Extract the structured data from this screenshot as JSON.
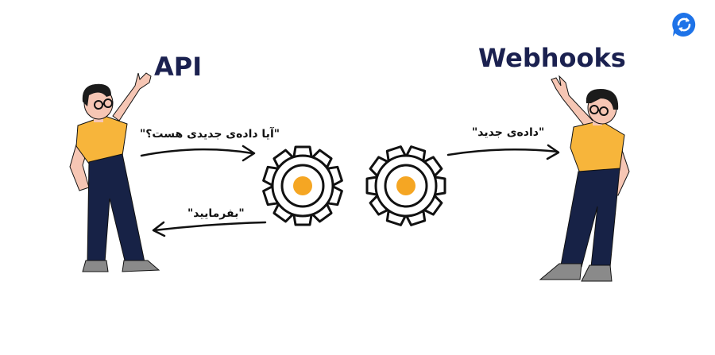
{
  "titles": {
    "api": "API",
    "webhooks": "Webhooks"
  },
  "labels": {
    "api_request": "\"آیا داده‌ی جدیدی هست؟\"",
    "api_response": "\"بفرمایید\"",
    "webhook_event": "\"داده‌ی جدید\""
  },
  "colors": {
    "title_text": "#1b2150",
    "shirt": "#f7b53b",
    "pants": "#172246",
    "skin": "#f6c6b4",
    "gear_center": "#f5a623",
    "logo": "#1e73e8",
    "shoes": "#8a8a8a"
  },
  "icons": {
    "logo": "sync-logo-icon",
    "gear": "gear-icon"
  }
}
